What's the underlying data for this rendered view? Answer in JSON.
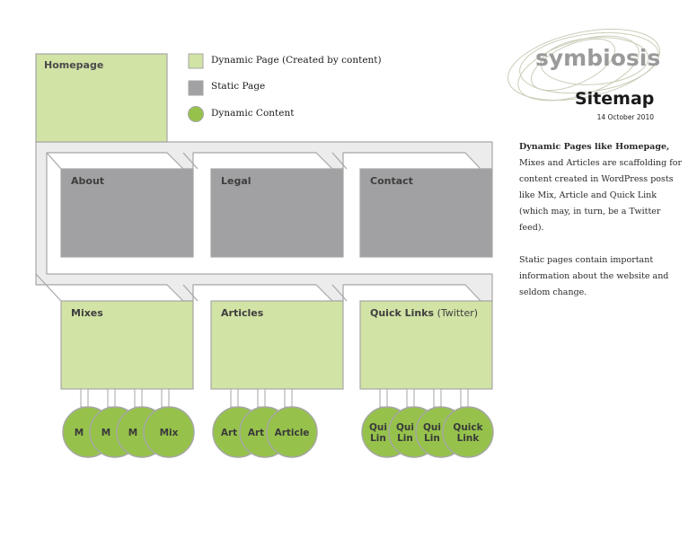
{
  "brand": {
    "name": "symbiosis"
  },
  "header": {
    "title": "Sitemap",
    "date": "14 October 2010"
  },
  "legend": [
    {
      "label": "Dynamic Page (Created by content)",
      "swatch": "square",
      "color": "#d2e3a6"
    },
    {
      "label": "Static Page",
      "swatch": "square",
      "color": "#a1a1a3"
    },
    {
      "label": "Dynamic Content",
      "swatch": "circle",
      "color": "#96c24c"
    }
  ],
  "description": {
    "lead": "Dynamic Pages like Homepage,",
    "para1": "Mixes and Articles are scaffolding for content created in WordPress posts like Mix, Article and Quick Link (which may, in turn, be a Twitter feed).",
    "para2": "Static pages contain important information about the website and seldom change."
  },
  "colors": {
    "dynamic_page": "#d2e3a6",
    "static_page": "#a1a1a3",
    "dynamic_content": "#96c24c",
    "outline": "#a6a6a6",
    "connector_fill": "#ececec"
  },
  "diagram": {
    "root": {
      "label": "Homepage",
      "type": "dynamic"
    },
    "static_pages": [
      {
        "label": "About"
      },
      {
        "label": "Legal"
      },
      {
        "label": "Contact"
      }
    ],
    "dynamic_pages": [
      {
        "label": "Mixes",
        "children": [
          "M",
          "M",
          "M",
          "Mix"
        ]
      },
      {
        "label": "Articles",
        "children": [
          "Art",
          "Art",
          "Article"
        ]
      },
      {
        "label": "Quick Links",
        "label_suffix": "(Twitter)",
        "children": [
          "Qui\nLin",
          "Qui\nLin",
          "Qui\nLin",
          "Quick\nLink"
        ]
      }
    ]
  }
}
